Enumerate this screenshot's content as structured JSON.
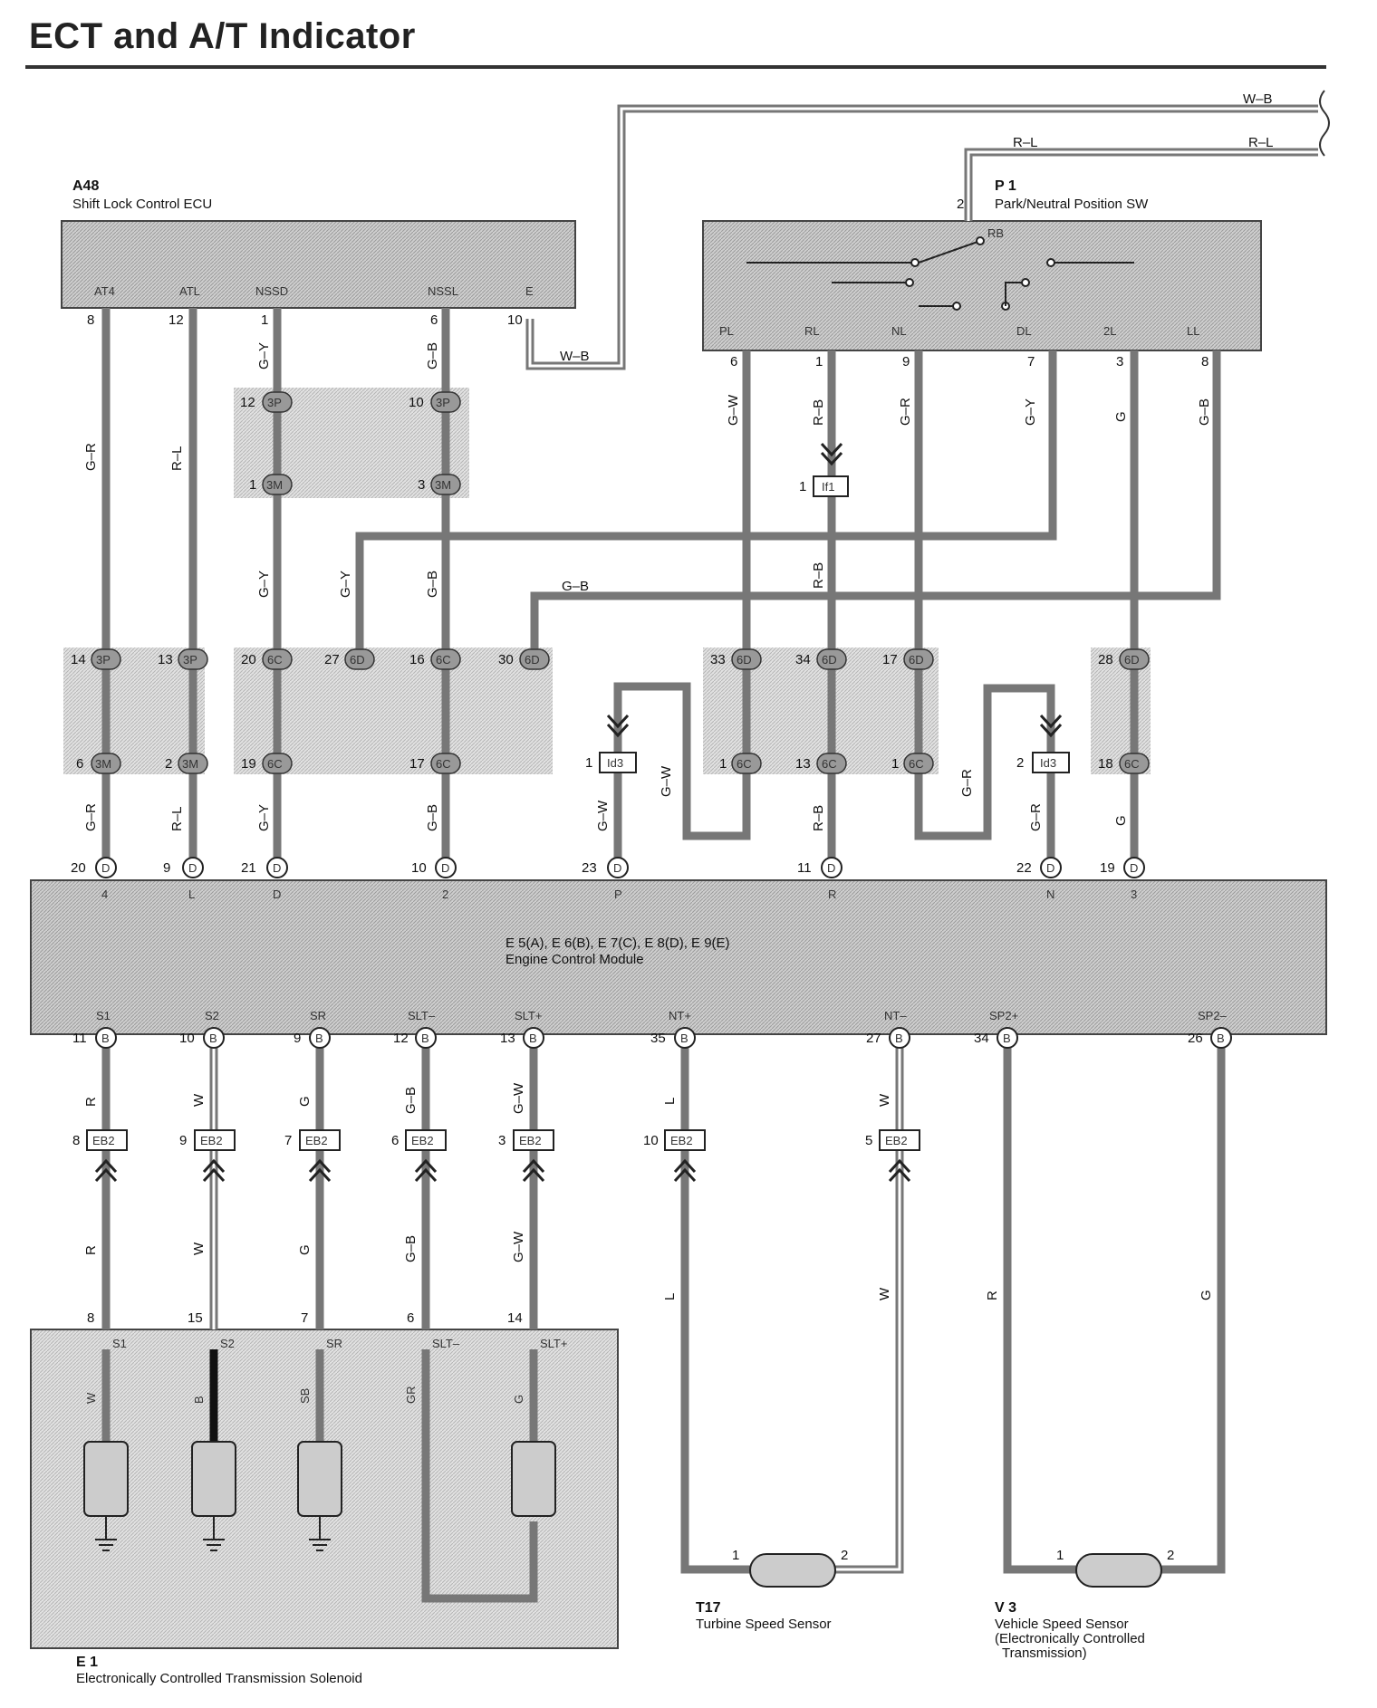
{
  "title": "ECT and A/T Indicator",
  "components": {
    "a48": {
      "id": "A48",
      "name": "Shift Lock Control ECU",
      "terminals": [
        {
          "pin": "8",
          "sig": "AT4",
          "wire": "G–R"
        },
        {
          "pin": "12",
          "sig": "ATL",
          "wire": "R–L"
        },
        {
          "pin": "1",
          "sig": "NSSD",
          "wire": "G–Y"
        },
        {
          "pin": "6",
          "sig": "NSSL",
          "wire": "G–B"
        },
        {
          "pin": "10",
          "sig": "E",
          "wire": "W–B"
        }
      ]
    },
    "p1": {
      "id": "P 1",
      "name": "Park/Neutral Position SW",
      "supply_pin": "2",
      "supply_sig": "RB",
      "terminals": [
        {
          "pin": "6",
          "sig": "PL",
          "wire": "G–W"
        },
        {
          "pin": "1",
          "sig": "RL",
          "wire": "R–B"
        },
        {
          "pin": "9",
          "sig": "NL",
          "wire": "G–R"
        },
        {
          "pin": "7",
          "sig": "DL",
          "wire": "G–Y"
        },
        {
          "pin": "3",
          "sig": "2L",
          "wire": "G"
        },
        {
          "pin": "8",
          "sig": "LL",
          "wire": "G–B"
        }
      ]
    },
    "ecm": {
      "id": "E 5(A), E 6(B), E 7(C), E 8(D), E 9(E)",
      "name": "Engine Control Module",
      "top_terminals": [
        {
          "pin": "20",
          "conn": "D",
          "sig": "4",
          "wire": "G–R"
        },
        {
          "pin": "9",
          "conn": "D",
          "sig": "L",
          "wire": "R–L"
        },
        {
          "pin": "21",
          "conn": "D",
          "sig": "D",
          "wire": "G–Y"
        },
        {
          "pin": "10",
          "conn": "D",
          "sig": "2",
          "wire": "G–B"
        },
        {
          "pin": "23",
          "conn": "D",
          "sig": "P",
          "wire": "G–W"
        },
        {
          "pin": "11",
          "conn": "D",
          "sig": "R",
          "wire": "R–B"
        },
        {
          "pin": "22",
          "conn": "D",
          "sig": "N",
          "wire": "G–R"
        },
        {
          "pin": "19",
          "conn": "D",
          "sig": "3",
          "wire": "G"
        }
      ],
      "bottom_terminals": [
        {
          "pin": "11",
          "conn": "B",
          "sig": "S1",
          "wire": "R"
        },
        {
          "pin": "10",
          "conn": "B",
          "sig": "S2",
          "wire": "W"
        },
        {
          "pin": "9",
          "conn": "B",
          "sig": "SR",
          "wire": "G"
        },
        {
          "pin": "12",
          "conn": "B",
          "sig": "SLT–",
          "wire": "G–B"
        },
        {
          "pin": "13",
          "conn": "B",
          "sig": "SLT+",
          "wire": "G–W"
        },
        {
          "pin": "35",
          "conn": "B",
          "sig": "NT+",
          "wire": "L"
        },
        {
          "pin": "27",
          "conn": "B",
          "sig": "NT–",
          "wire": "W"
        },
        {
          "pin": "34",
          "conn": "B",
          "sig": "SP2+",
          "wire": ""
        },
        {
          "pin": "26",
          "conn": "B",
          "sig": "SP2–",
          "wire": ""
        }
      ]
    },
    "e1": {
      "id": "E 1",
      "name": "Electronically Controlled Transmission Solenoid",
      "terminals": [
        {
          "pin": "8",
          "sig": "S1",
          "inner": "W"
        },
        {
          "pin": "15",
          "sig": "S2",
          "inner": "B"
        },
        {
          "pin": "7",
          "sig": "SR",
          "inner": "SB"
        },
        {
          "pin": "6",
          "sig": "SLT–",
          "inner": "GR"
        },
        {
          "pin": "14",
          "sig": "SLT+",
          "inner": "G"
        }
      ]
    },
    "t17": {
      "id": "T17",
      "name": "Turbine Speed Sensor",
      "pins": [
        "1",
        "2"
      ],
      "wire": "L",
      "wire2": "W"
    },
    "v3": {
      "id": "V 3",
      "name": "Vehicle Speed Sensor (Electronically Controlled Transmission)",
      "name_lines": [
        "Vehicle Speed Sensor",
        "(Electronically Controlled",
        "Transmission)"
      ],
      "pins": [
        "1",
        "2"
      ],
      "wire": "R",
      "wire2": "G"
    }
  },
  "supply_wires": {
    "wb": "W–B",
    "rl": "R–L"
  },
  "junctions": {
    "j1": {
      "label": "3P",
      "pins": [
        "12",
        "10"
      ]
    },
    "j2": {
      "label": "3M",
      "pins": [
        "1",
        "3"
      ]
    },
    "row1": [
      {
        "pin": "14",
        "label": "3P"
      },
      {
        "pin": "13",
        "label": "3P"
      },
      {
        "pin": "20",
        "label": "6C"
      },
      {
        "pin": "27",
        "label": "6D"
      },
      {
        "pin": "16",
        "label": "6C"
      },
      {
        "pin": "30",
        "label": "6D"
      },
      {
        "pin": "33",
        "label": "6D"
      },
      {
        "pin": "34",
        "label": "6D"
      },
      {
        "pin": "17",
        "label": "6D"
      },
      {
        "pin": "28",
        "label": "6D"
      }
    ],
    "row2": [
      {
        "pin": "6",
        "label": "3M"
      },
      {
        "pin": "2",
        "label": "3M"
      },
      {
        "pin": "19",
        "label": "6C"
      },
      {
        "pin": "17",
        "label": "6C"
      },
      {
        "pin": "1",
        "label": "6C"
      },
      {
        "pin": "13",
        "label": "6C"
      },
      {
        "pin": "1",
        "label": "6C"
      },
      {
        "pin": "18",
        "label": "6C"
      }
    ]
  },
  "connectors": {
    "if1": {
      "label": "If1",
      "pin": "1"
    },
    "id3a": {
      "label": "Id3",
      "pin": "1"
    },
    "id3b": {
      "label": "Id3",
      "pin": "2"
    },
    "eb2": [
      {
        "pin": "8",
        "label": "EB2"
      },
      {
        "pin": "9",
        "label": "EB2"
      },
      {
        "pin": "7",
        "label": "EB2"
      },
      {
        "pin": "6",
        "label": "EB2"
      },
      {
        "pin": "3",
        "label": "EB2"
      },
      {
        "pin": "10",
        "label": "EB2"
      },
      {
        "pin": "5",
        "label": "EB2"
      }
    ]
  },
  "wire_labels": {
    "a48_mid1": "G–R",
    "a48_mid2": "R–L",
    "nssd_mid": "G–Y",
    "nssd_branch": "G–Y",
    "nssl_mid": "G–B",
    "gb_bus": "G–B",
    "low_gr": "G–R",
    "low_rl": "R–L",
    "low_gy": "G–Y",
    "low_gb": "G–B",
    "id3a_top": "G–W",
    "id3a_bot": "G–W",
    "rb_mid": "R–B",
    "rb_low": "R–B",
    "nl_low": "G–R",
    "id3b_low": "G–R",
    "g_low": "G",
    "eb_up": [
      "R",
      "W",
      "G",
      "G–B",
      "G–W",
      "L",
      "W"
    ],
    "eb_down": [
      "R",
      "W",
      "G",
      "G–B",
      "G–W",
      "L",
      "W",
      "R",
      "G"
    ]
  }
}
